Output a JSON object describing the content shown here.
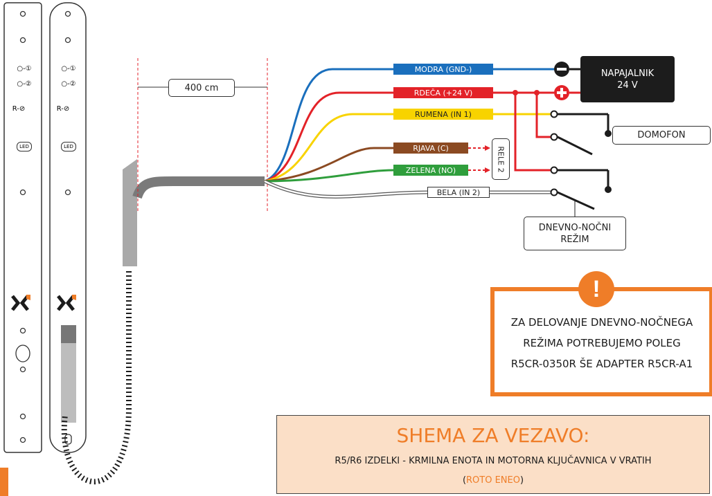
{
  "length_label": "400 cm",
  "wires": {
    "modra": "MODRA (GND-)",
    "rdeca": "RDEČA (+24 V)",
    "rumena": "RUMENA (IN 1)",
    "rjava": "RJAVA (C)",
    "zelena": "ZELENA (NO)",
    "bela": "BELA (IN 2)"
  },
  "power_supply": {
    "line1": "NAPAJALNIK",
    "line2": "24 V"
  },
  "domofon": "DOMOFON",
  "rele": "RELE 2",
  "rezim": {
    "line1": "DNEVNO-NOČNI",
    "line2": "REŽIM"
  },
  "warning": {
    "line1": "ZA DELOVANJE DNEVNO-NOČNEGA",
    "line2": "REŽIMA POTREBUJEMO POLEG",
    "line3": "R5CR-0350R ŠE ADAPTER R5CR-A1"
  },
  "title": {
    "main": "SHEMA ZA VEZAVO:",
    "sub": "R5/R6 IZDELKI - KRMILNA ENOTA IN MOTORNA KLJUČAVNICA V VRATIH",
    "brand_open": "(",
    "brand": "ROTO ENEO",
    "brand_close": ")"
  },
  "panel_marks": {
    "out1": "○-①",
    "out2": "○-②",
    "r": "R-⊘",
    "led": "LED"
  },
  "colors": {
    "blue": "#1a6fbd",
    "red": "#e32228",
    "yellow": "#f8d300",
    "brown": "#8b4a22",
    "green": "#2f9e3c",
    "orange": "#ef7d28",
    "cable": "#7a7a7a"
  }
}
